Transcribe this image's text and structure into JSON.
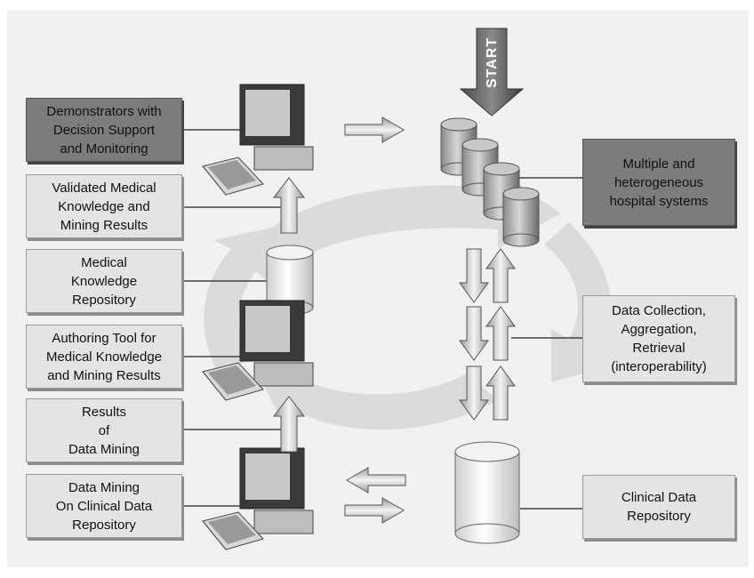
{
  "start_label": "START",
  "left_boxes": [
    {
      "label": "Demonstrators with\nDecision Support\nand Monitoring",
      "style": "dark"
    },
    {
      "label": "Validated Medical\nKnowledge and\nMining Results",
      "style": "light"
    },
    {
      "label": "Medical\nKnowledge\nRepository",
      "style": "light"
    },
    {
      "label": "Authoring Tool for\nMedical Knowledge\nand Mining Results",
      "style": "light"
    },
    {
      "label": "Results\nof\nData Mining",
      "style": "light"
    },
    {
      "label": "Data Mining\nOn Clinical Data\nRepository",
      "style": "light"
    }
  ],
  "right_boxes": [
    {
      "label": "Multiple and\nheterogeneous\nhospital systems",
      "style": "dark"
    },
    {
      "label": "Data Collection,\nAggregation,\nRetrieval\n(interoperability)",
      "style": "light"
    },
    {
      "label": "Clinical Data\nRepository",
      "style": "light"
    }
  ],
  "colors": {
    "dark_box": "#7c7c7c",
    "light_box": "#e4e4e4",
    "background": "#f1f1f1",
    "cycle_arrow": "#d6d6d6"
  }
}
